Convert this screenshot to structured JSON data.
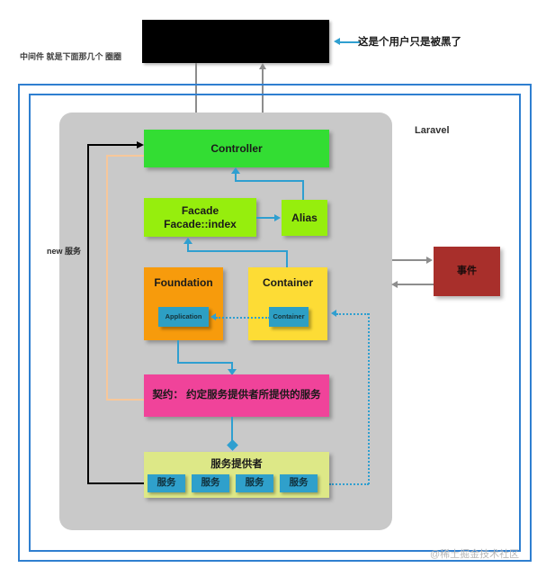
{
  "annotations": {
    "middleware_note": "中间件 就是下面那几个 圈圈",
    "blackbox_note": "这是个用户只是被黑了",
    "laravel_label": "Laravel",
    "new_service_label": "new 服务",
    "watermark": "@稀土掘金技术社区"
  },
  "boxes": {
    "blackbox_label": "",
    "controller": "Controller",
    "facade": "Facade\nFacade::index",
    "facade_line1": "Facade",
    "facade_line2": "Facade::index",
    "alias": "Alias",
    "foundation": "Foundation",
    "foundation_inner": "Application",
    "container": "Container",
    "container_inner": "Container",
    "contract": "契约： 约定服务提供者所提供的服务",
    "service_provider": "服务提供者",
    "event": "事件"
  },
  "services": [
    "服务",
    "服务",
    "服务",
    "服务"
  ],
  "colors": {
    "frame_blue": "#2f7fd0",
    "panel_gray": "#c9c9c9",
    "controller_green": "#33dd33",
    "facade_green": "#96ee0d",
    "foundation_orange": "#f79b0c",
    "container_yellow": "#fddc35",
    "inner_blue": "#2d9fc4",
    "contract_pink": "#f0439a",
    "provider_olive": "#dde887",
    "event_red": "#a82f2b",
    "connector_blue": "#2f9fd0",
    "connector_gray": "#8d8d8d",
    "connector_black": "#000000",
    "connector_peach": "#f7c79a",
    "blackbox_black": "#000000"
  }
}
